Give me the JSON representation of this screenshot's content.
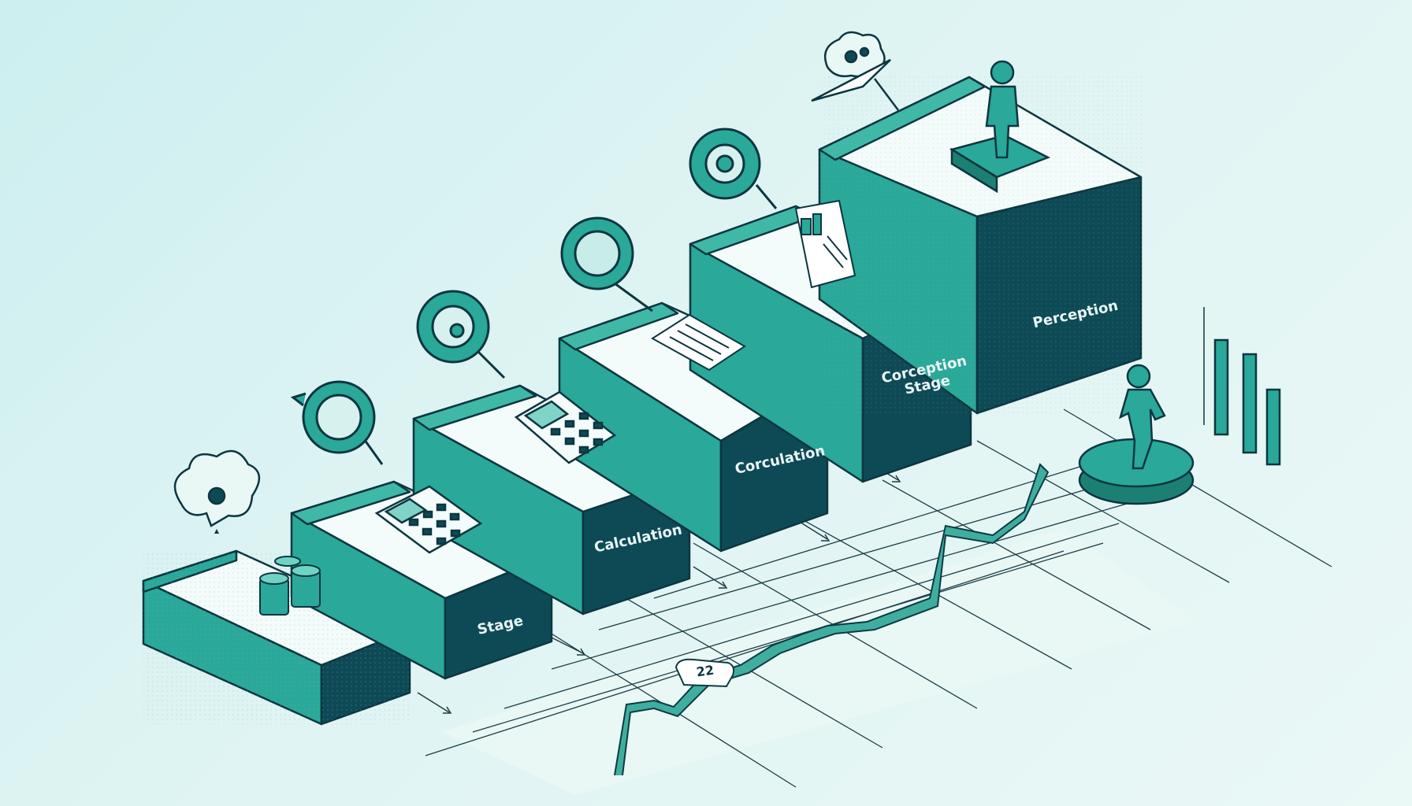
{
  "stages": [
    {
      "label": "Stage"
    },
    {
      "label": "Calculation"
    },
    {
      "label": "Corculation"
    },
    {
      "label": "Corception\nStage"
    },
    {
      "label": "Perception"
    }
  ],
  "badge_text": "22",
  "colors": {
    "background": "#d9f2f2",
    "teal": "#2aa89a",
    "teal_light": "#44c1b0",
    "block_dark": "#0e4a56",
    "outline": "#0c3640",
    "top_white": "#f4fbfb"
  }
}
